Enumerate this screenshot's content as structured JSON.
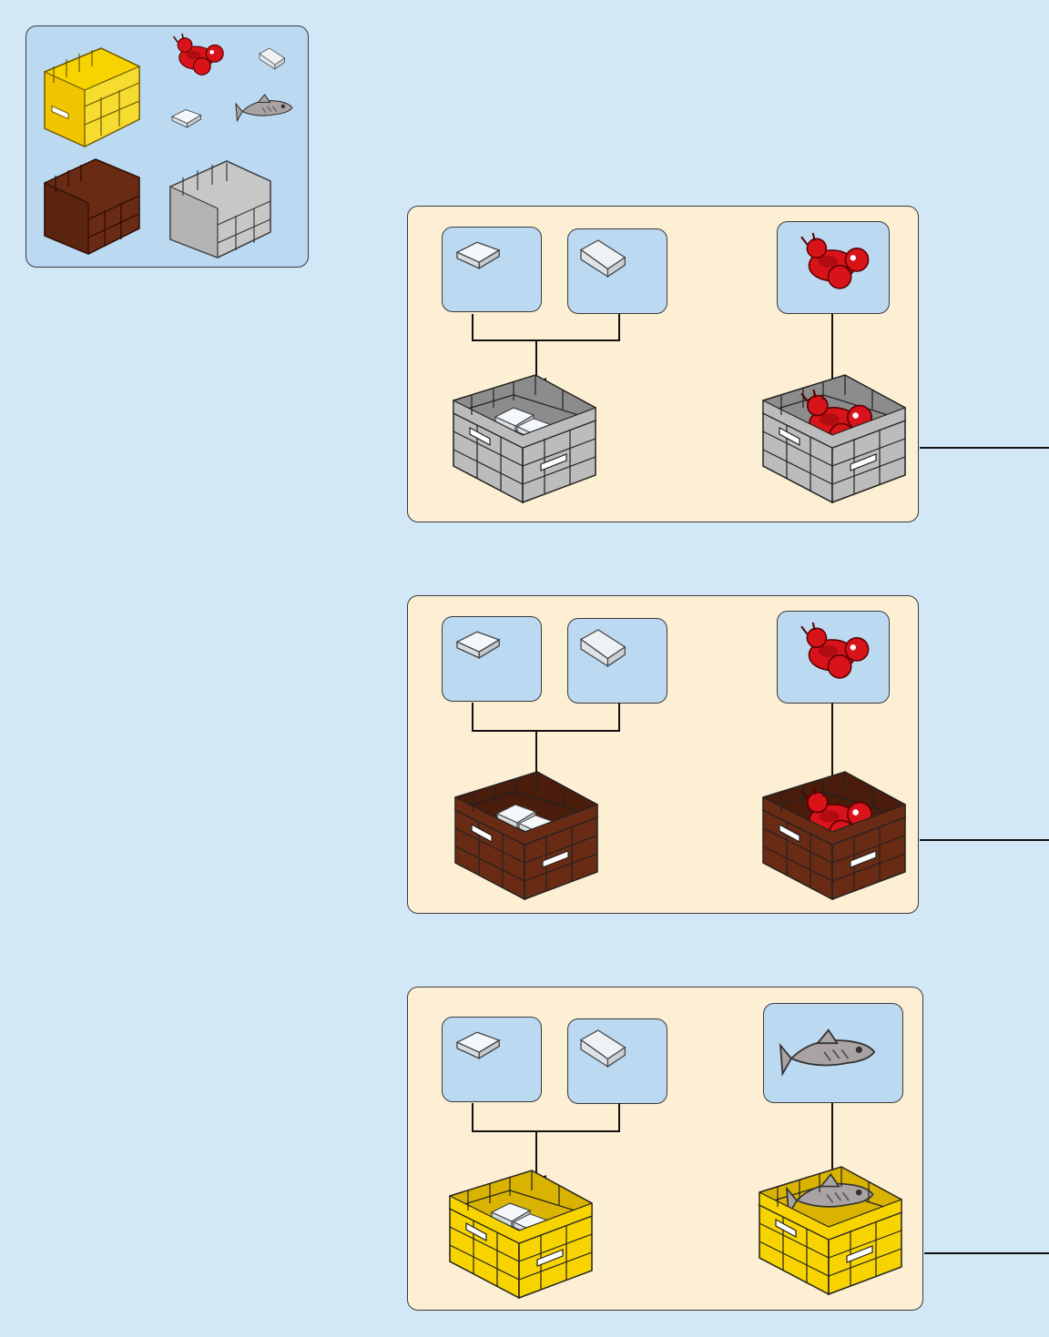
{
  "page": {
    "background": "#d3e8f7",
    "panel_color": "#fdefd3",
    "callout_color": "#bcd9f2"
  },
  "inventory": {
    "pieces": [
      {
        "name": "yellow-crate",
        "color": "#f7d400"
      },
      {
        "name": "red-lobster",
        "color": "#d8141a"
      },
      {
        "name": "clear-slope-tile",
        "color": "#eef4f8"
      },
      {
        "name": "clear-flat-tile",
        "color": "#eef4f8"
      },
      {
        "name": "grey-fish",
        "color": "#a9a3a3"
      },
      {
        "name": "brown-crate",
        "color": "#6a2b14"
      },
      {
        "name": "grey-crate",
        "color": "#bcbcbc"
      }
    ]
  },
  "steps": [
    {
      "crate_color": "#bcbcbc",
      "crate_dark": "#8c8c8c",
      "callouts": [
        "clear-flat-tile",
        "clear-slope-tile",
        "red-lobster"
      ],
      "results": [
        "grey-crate-with-tiles",
        "grey-crate-with-lobster"
      ]
    },
    {
      "crate_color": "#6a2b14",
      "crate_dark": "#4a1c0c",
      "callouts": [
        "clear-flat-tile",
        "clear-slope-tile",
        "red-lobster"
      ],
      "results": [
        "brown-crate-with-tiles",
        "brown-crate-with-lobster"
      ]
    },
    {
      "crate_color": "#f7d400",
      "crate_dark": "#d9b300",
      "callouts": [
        "clear-flat-tile",
        "clear-slope-tile",
        "grey-fish"
      ],
      "results": [
        "yellow-crate-with-tiles",
        "yellow-crate-with-fish"
      ]
    }
  ]
}
